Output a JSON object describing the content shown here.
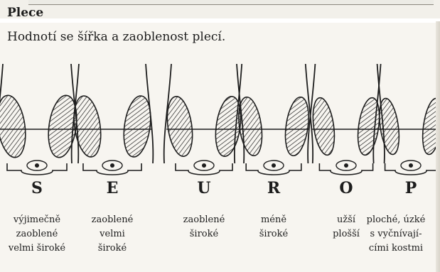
{
  "section": {
    "title": "Plece",
    "subtitle": "Hodnotí se šířka a zaoblenost plecí."
  },
  "grades": [
    {
      "letter": "S",
      "lines": [
        "výjimečně",
        "zaoblené",
        "velmi široké"
      ],
      "shoulder_width": 1.0
    },
    {
      "letter": "E",
      "lines": [
        "zaoblené",
        "velmi",
        "široké"
      ],
      "shoulder_width": 0.88
    },
    {
      "letter": "U",
      "lines": [
        "zaoblené",
        "široké"
      ],
      "shoulder_width": 0.75
    },
    {
      "letter": "R",
      "lines": [
        "méně",
        "široké"
      ],
      "shoulder_width": 0.6
    },
    {
      "letter": "O",
      "lines": [
        "užší",
        "plošší"
      ],
      "shoulder_width": 0.45
    },
    {
      "letter": "P",
      "lines": [
        "ploché, úzké",
        "s vyčnívají-",
        "cími kostmi"
      ],
      "shoulder_width": 0.3
    }
  ],
  "colors": {
    "ink": "#1d1d1d",
    "paper": "#f7f5f0"
  }
}
